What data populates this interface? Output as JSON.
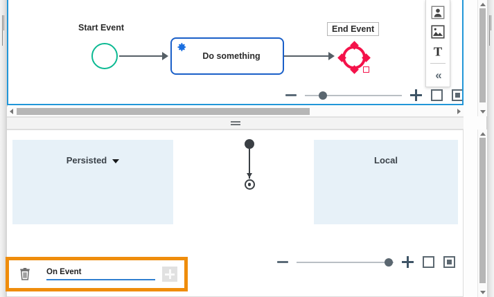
{
  "diagram": {
    "start_event_label": "Start Event",
    "task_label": "Do something",
    "task_icon": "gear-icon",
    "end_event_label": "End Event",
    "start_event_color": "#0bb992",
    "task_border_color": "#1a5fc8",
    "end_event_color": "#f4124a",
    "selection_color": "#2196d8"
  },
  "tool_palette": {
    "items": [
      {
        "name": "user-icon",
        "tooltip": "User"
      },
      {
        "name": "image-icon",
        "tooltip": "Image"
      },
      {
        "name": "text-icon",
        "tooltip": "Text"
      }
    ],
    "collapse_label": "«"
  },
  "top_zoom_bar": {
    "minus_label": "−",
    "plus_label": "+",
    "fullscreen_label": "Fullscreen",
    "fit_label": "Fit to screen",
    "zoom_percent": 10
  },
  "bottom_zoom_bar": {
    "minus_label": "−",
    "plus_label": "+",
    "fullscreen_label": "Fullscreen",
    "fit_label": "Fit to screen",
    "zoom_percent": 92
  },
  "bottom_editor": {
    "left_zone_title": "Persisted",
    "left_zone_has_dropdown": true,
    "right_zone_title": "Local",
    "zone_color": "#e7f1f8"
  },
  "event_row": {
    "delete_icon": "trash-icon",
    "event_name": "On Event",
    "event_placeholder": "On Event",
    "add_label": "+",
    "highlight_color": "#ef8d0c",
    "underline_color": "#2f7fd0"
  },
  "scrollbars": {
    "top_h_left_arrow": "◀",
    "top_h_right_arrow": "▶"
  }
}
